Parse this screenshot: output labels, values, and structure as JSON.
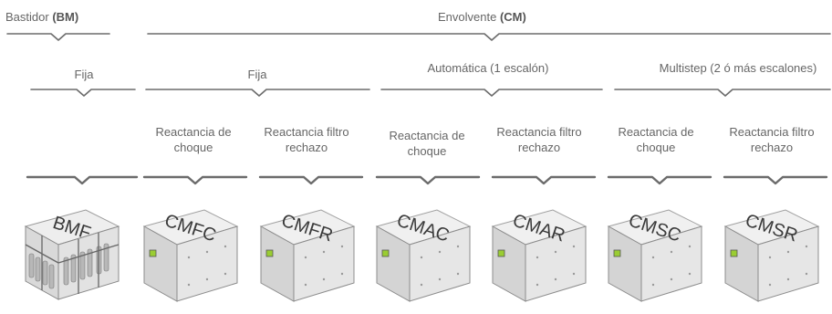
{
  "level1": {
    "bastidor": {
      "prefix": "Bastidor ",
      "bold": "(BM)"
    },
    "envolvente": {
      "prefix": "Envolvente ",
      "bold": "(CM)"
    }
  },
  "level2": {
    "fija_bm": "Fija",
    "fija_cm": "Fija",
    "automatica": "Automática (1 escalón)",
    "multistep": "Multistep (2 ó más escalones)"
  },
  "level3": [
    "Reactancia de choque",
    "Reactancia filtro rechazo",
    "Reactancia de choque",
    "Reactancia filtro rechazo",
    "Reactancia de choque",
    "Reactancia filtro rechazo"
  ],
  "products": [
    "BMF",
    "CMFC",
    "CMFR",
    "CMAC",
    "CMAR",
    "CMSC",
    "CMSR"
  ],
  "colors": {
    "line": "#6b6b6b",
    "panel_top": "#efefef",
    "panel_front": "#e4e4e4",
    "panel_side": "#d2d2d2",
    "accent": "#9acd32"
  }
}
